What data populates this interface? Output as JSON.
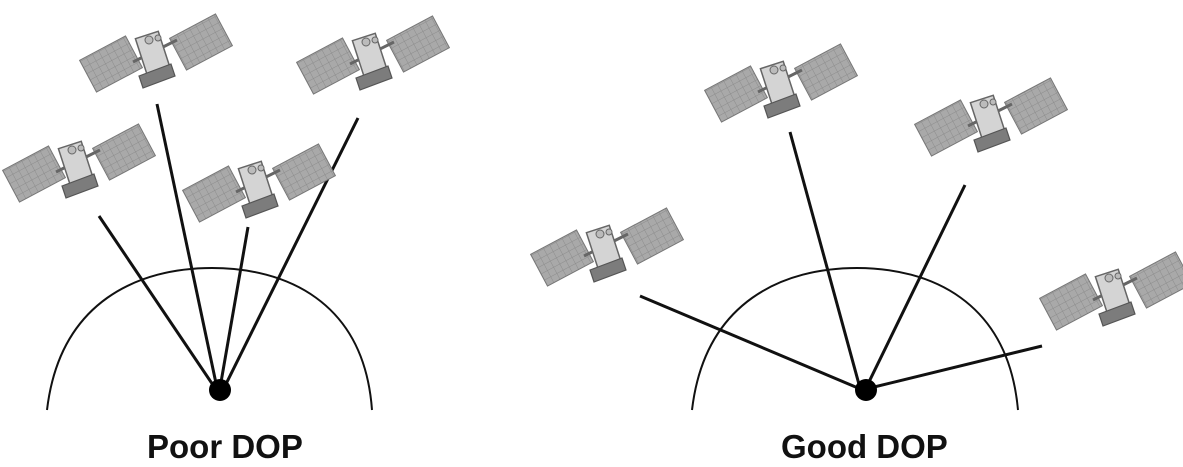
{
  "panels": [
    {
      "id": "poor",
      "caption": "Poor DOP",
      "satellite_count": 4
    },
    {
      "id": "good",
      "caption": "Good DOP",
      "satellite_count": 4
    }
  ],
  "colors": {
    "line": "#111111",
    "panel_fill": "#a6a6a6",
    "panel_grid": "#8a8a8a",
    "body_fill": "#cfcfcf",
    "dish_fill": "#7a7a7a",
    "receiver": "#000000"
  },
  "icons": {
    "satellite": "satellite-icon",
    "receiver": "receiver-dot-icon"
  }
}
